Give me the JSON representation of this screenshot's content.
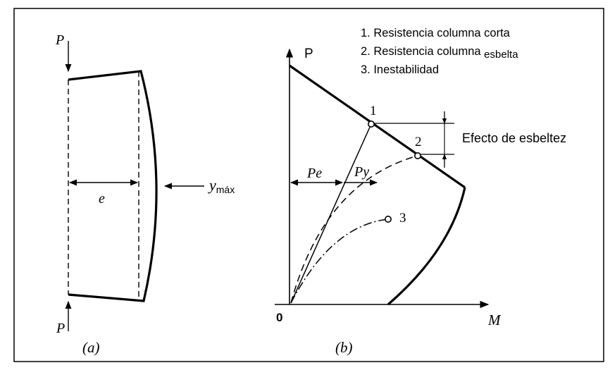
{
  "figure_a": {
    "load_top": "P",
    "load_bottom": "P",
    "eccentricity": "e",
    "deflection_main": "y",
    "deflection_sub": "máx",
    "caption": "(a)"
  },
  "figure_b": {
    "axis_y": "P",
    "axis_x": "M",
    "origin": "0",
    "legend": [
      "1. Resistencia columna corta",
      "2. Resistencia columna ",
      "esbelta",
      "3. Inestabilidad"
    ],
    "point_1": "1",
    "point_2": "2",
    "point_3": "3",
    "label_pe": "Pe",
    "label_py": "Py",
    "slenderness_effect": "Efecto de esbeltez",
    "caption": "(b)"
  }
}
